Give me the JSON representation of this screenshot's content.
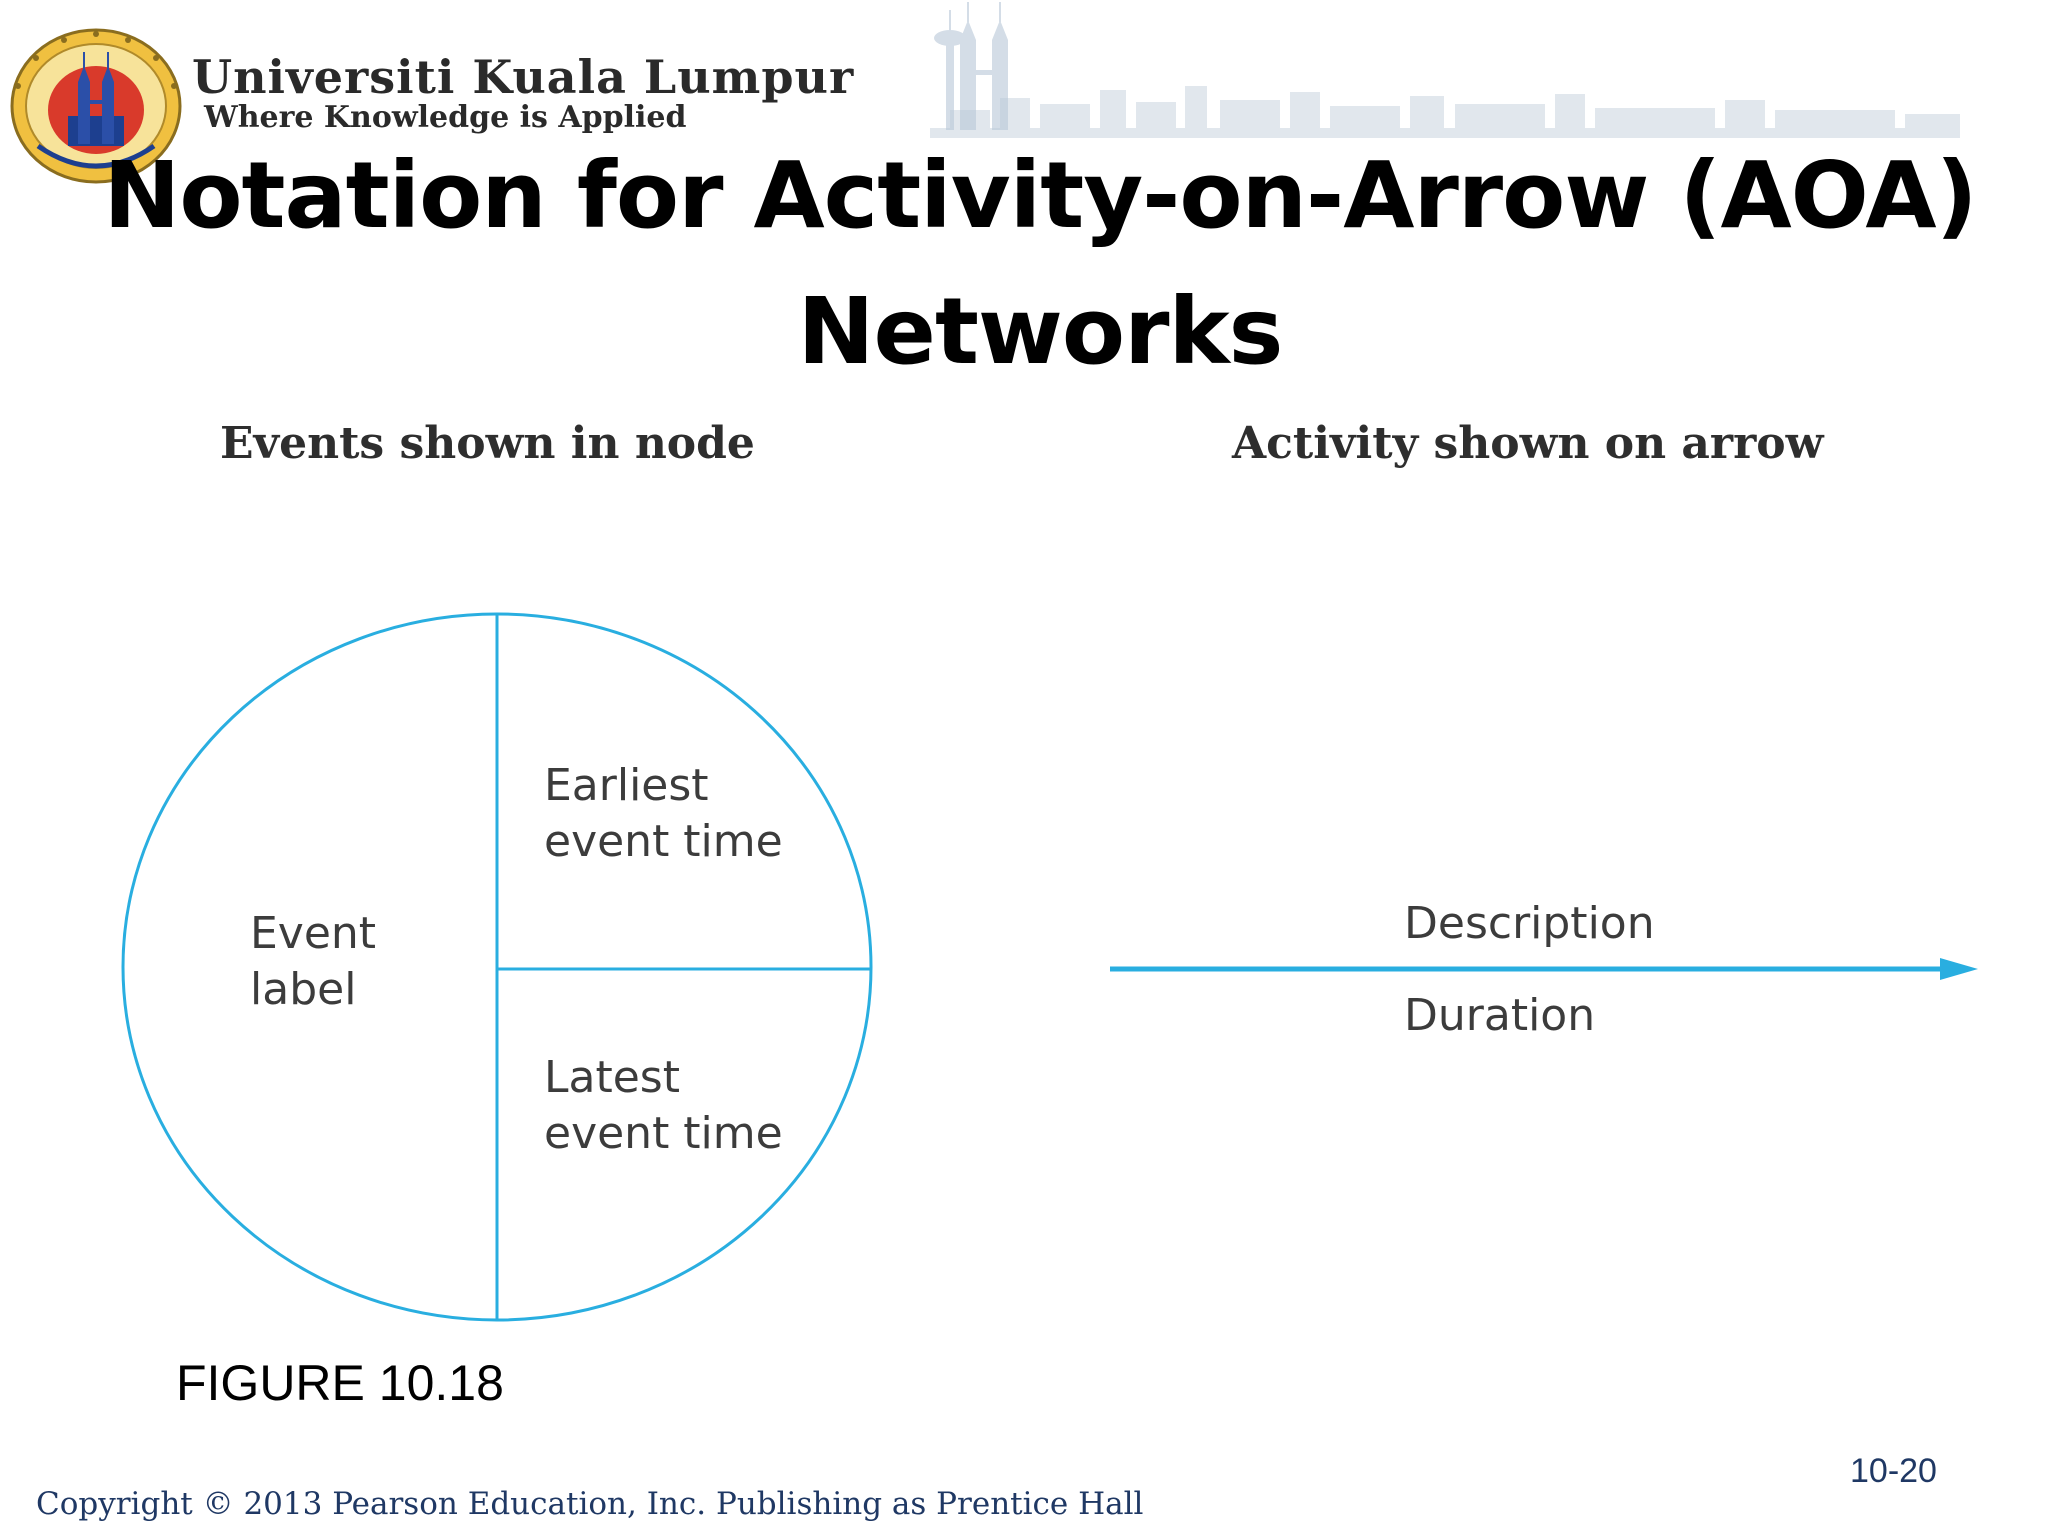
{
  "header": {
    "university_name": "Universiti Kuala Lumpur",
    "tagline": "Where Knowledge is Applied",
    "logo_icon": "universiti-kuala-lumpur-seal"
  },
  "slide": {
    "title": "Notation for Activity-on-Arrow (AOA) Networks",
    "figure_caption": "FIGURE 10.18",
    "page_number": "10-20",
    "copyright": "Copyright © 2013 Pearson Education, Inc. Publishing as Prentice Hall"
  },
  "diagram": {
    "accent_color": "#29aee0",
    "node": {
      "heading": "Events shown in node",
      "event_label": [
        "Event",
        "label"
      ],
      "earliest_time": [
        "Earliest",
        "event time"
      ],
      "latest_time": [
        "Latest",
        "event time"
      ]
    },
    "arrow": {
      "heading": "Activity shown on arrow",
      "description": "Description",
      "duration": "Duration"
    }
  }
}
